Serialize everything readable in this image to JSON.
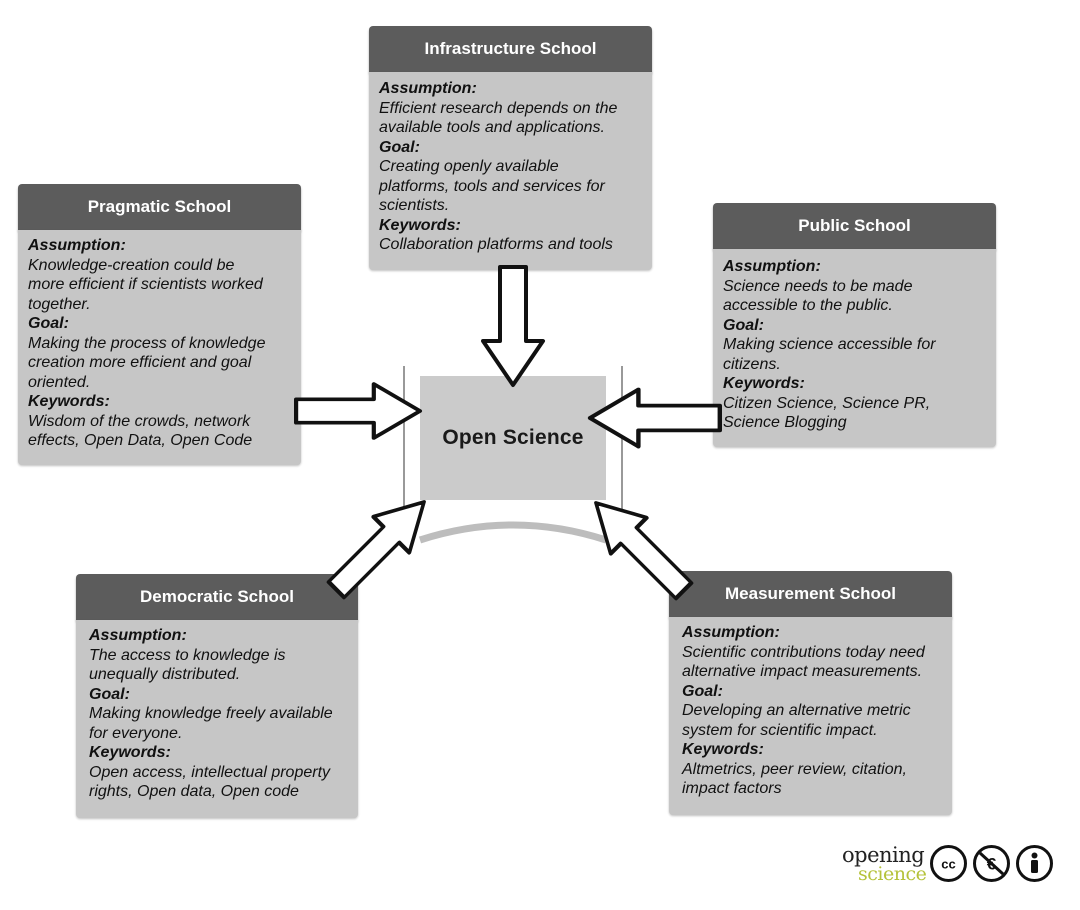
{
  "center": {
    "label": "Open Science"
  },
  "schools": [
    {
      "id": "infrastructure",
      "title": "Infrastructure School",
      "assumption_label": "Assumption:",
      "assumption": [
        "Efficient research depends on the",
        "available tools and applications."
      ],
      "goal_label": "Goal:",
      "goal": [
        "Creating openly available",
        "platforms, tools and services for",
        "scientists."
      ],
      "keywords_label": "Keywords:",
      "keywords": [
        "Collaboration platforms and tools"
      ]
    },
    {
      "id": "pragmatic",
      "title": "Pragmatic School",
      "assumption_label": "Assumption:",
      "assumption": [
        "Knowledge-creation could be",
        "more efficient if scientists worked",
        "together."
      ],
      "goal_label": "Goal:",
      "goal": [
        "Making the process of knowledge",
        "creation more efficient and goal",
        "oriented."
      ],
      "keywords_label": "Keywords:",
      "keywords": [
        "Wisdom of the crowds, network",
        "effects, Open Data, Open Code"
      ]
    },
    {
      "id": "public",
      "title": "Public School",
      "assumption_label": "Assumption:",
      "assumption": [
        "Science needs to be made",
        "accessible to the public."
      ],
      "goal_label": "Goal:",
      "goal": [
        "Making science accessible for",
        "citizens."
      ],
      "keywords_label": "Keywords:",
      "keywords": [
        "Citizen Science, Science PR,",
        "Science Blogging"
      ]
    },
    {
      "id": "democratic",
      "title": "Democratic School",
      "assumption_label": "Assumption:",
      "assumption": [
        "The access to knowledge is",
        "unequally distributed."
      ],
      "goal_label": "Goal:",
      "goal": [
        "Making knowledge freely available",
        "for everyone."
      ],
      "keywords_label": "Keywords:",
      "keywords": [
        "Open access, intellectual property",
        "rights, Open data, Open code"
      ]
    },
    {
      "id": "measurement",
      "title": "Measurement School",
      "assumption_label": "Assumption:",
      "assumption": [
        "Scientific contributions today need",
        "alternative impact measurements."
      ],
      "goal_label": "Goal:",
      "goal": [
        "Developing an alternative metric",
        "system for scientific impact."
      ],
      "keywords_label": "Keywords:",
      "keywords": [
        "Altmetrics, peer review, citation,",
        "impact factors"
      ]
    }
  ],
  "branding": {
    "word1": "opening",
    "word2": "science",
    "license_icons": [
      "cc-icon",
      "non-commercial-icon",
      "attribution-icon"
    ]
  },
  "colors": {
    "header": "#5c5c5c",
    "box": "#c6c6c6",
    "center": "#cbcbcb",
    "brand_green": "#b5c23a"
  }
}
